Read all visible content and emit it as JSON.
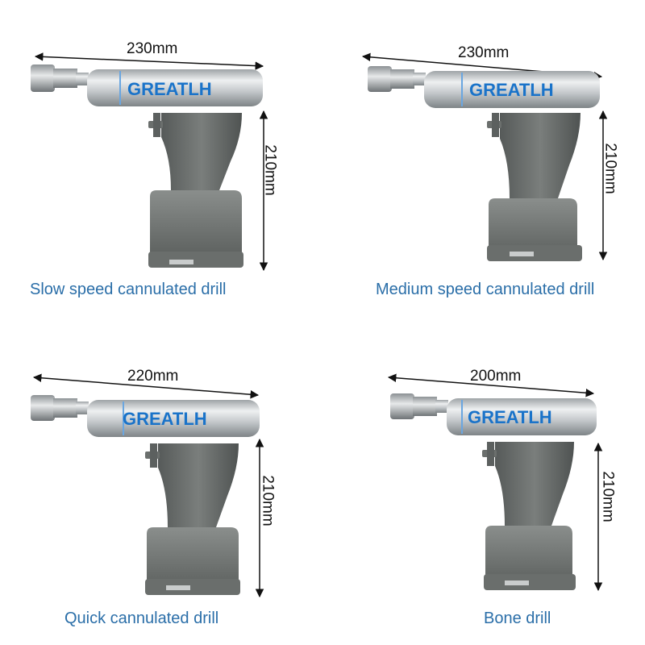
{
  "brand": "GREATLH",
  "colors": {
    "caption": "#2a6ea8",
    "body": "#6b6f6d",
    "steel": "#c9ccce",
    "brand": "#1a73c9"
  },
  "products": [
    {
      "name": "Slow speed cannulated drill",
      "width_label": "230mm",
      "height_label": "210mm"
    },
    {
      "name": "Medium speed cannulated drill",
      "width_label": "230mm",
      "height_label": "210mm"
    },
    {
      "name": "Quick cannulated drill",
      "width_label": "220mm",
      "height_label": "210mm"
    },
    {
      "name": "Bone drill",
      "width_label": "200mm",
      "height_label": "210mm"
    }
  ]
}
